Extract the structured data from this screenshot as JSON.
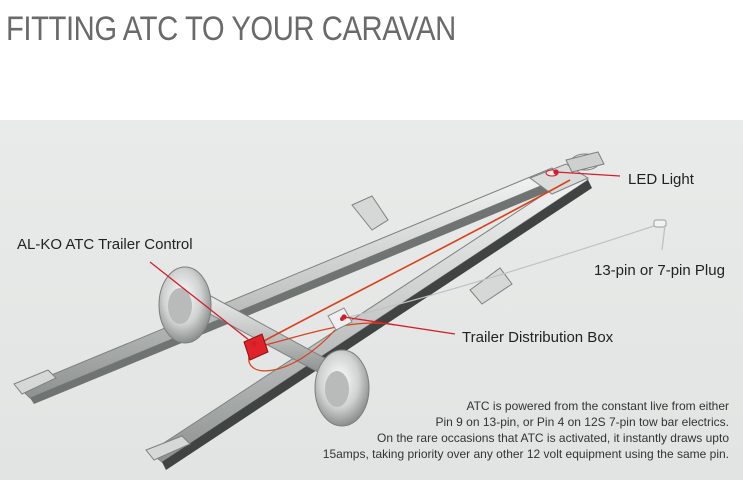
{
  "title": "FITTING ATC TO YOUR CARAVAN",
  "labels": {
    "led_light": "LED Light",
    "plug": "13-pin or 7-pin Plug",
    "atc_control": "AL-KO ATC Trailer Control",
    "distribution_box": "Trailer Distribution Box"
  },
  "caption": [
    "ATC is powered from the constant live from either",
    "Pin 9 on 13-pin, or Pin 4 on 12S 7-pin tow bar electrics.",
    "On the rare occasions that ATC is activated, it instantly draws upto",
    "15amps, taking priority over any other 12 volt equipment using the same pin."
  ],
  "colors": {
    "leader_line": "#d21f2a",
    "chassis": "#c9cccb",
    "wire": "#d8431d",
    "atc_unit": "#e0222b"
  }
}
